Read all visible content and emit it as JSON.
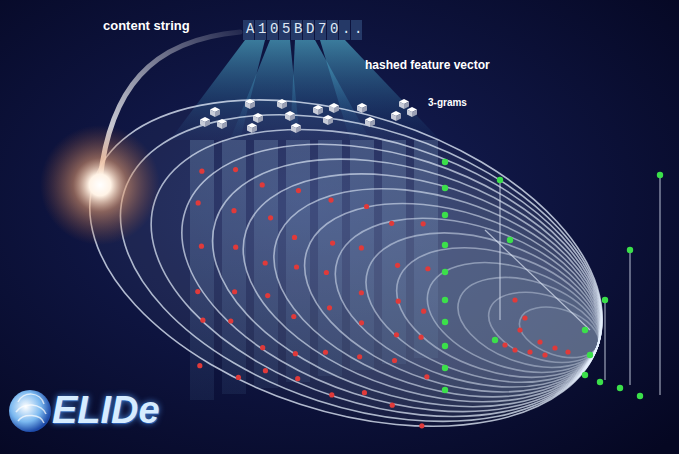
{
  "diagram": {
    "labels": [
      "content string",
      "A105BD70..",
      "hashed feature vector",
      "3-grams",
      "ELIDe"
    ]
  }
}
